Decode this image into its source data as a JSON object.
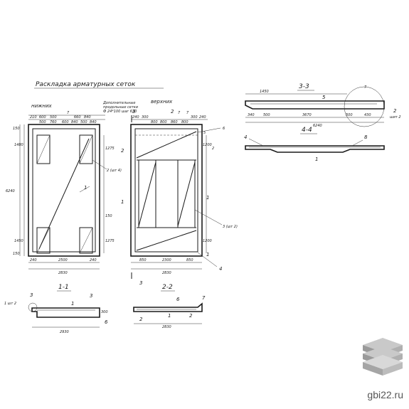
{
  "title": "Раскладка арматурных сеток",
  "left_plan": {
    "title": "нижних",
    "note_lines": [
      "Дополнительные",
      "продольные сетки",
      "Ф 24*100 шаг 630"
    ],
    "dims_top": [
      "210",
      "600",
      "500",
      "660",
      "840",
      "500",
      "760",
      "600",
      "840",
      "500",
      "840",
      "7"
    ],
    "dims_left": [
      "150",
      "1480",
      "6240",
      "1450",
      "150"
    ],
    "dims_right": [
      "1275",
      "150",
      "1275"
    ],
    "labels": [
      "1",
      "2 (шт 4)"
    ],
    "dims_bottom": [
      "240",
      "2500",
      "240",
      "2830"
    ]
  },
  "right_plan": {
    "title": "верхних",
    "dims_top": [
      "240",
      "300",
      "800",
      "800",
      "860",
      "800",
      "300",
      "240",
      "7"
    ],
    "dims_right": [
      "1200",
      "1200"
    ],
    "labels": [
      "5",
      "6",
      "2",
      "7",
      "3 (шт 2)",
      "1",
      "4"
    ],
    "dims_bottom": [
      "850",
      "2300",
      "850",
      "2830"
    ],
    "section_marks": [
      "3",
      "3",
      "2",
      "2",
      "1",
      "1"
    ]
  },
  "section_11": {
    "title": "1-1",
    "labels": [
      "1",
      "3",
      "3",
      "6"
    ],
    "note": "1 шт 2",
    "dim": "2930",
    "side": "300"
  },
  "section_22": {
    "title": "2-2",
    "labels": [
      "6",
      "7",
      "1",
      "2",
      "2"
    ],
    "dim": "2830"
  },
  "section_33": {
    "title": "3-3",
    "dims": [
      "1450",
      "340",
      "500",
      "3670",
      "500",
      "430",
      "6240"
    ],
    "labels": [
      "5",
      "7",
      "2",
      "шит 2"
    ]
  },
  "section_44": {
    "title": "4-4",
    "labels": [
      "4",
      "8",
      "1"
    ]
  },
  "watermark": "gbi22.ru",
  "accent": "#1a1a1a"
}
